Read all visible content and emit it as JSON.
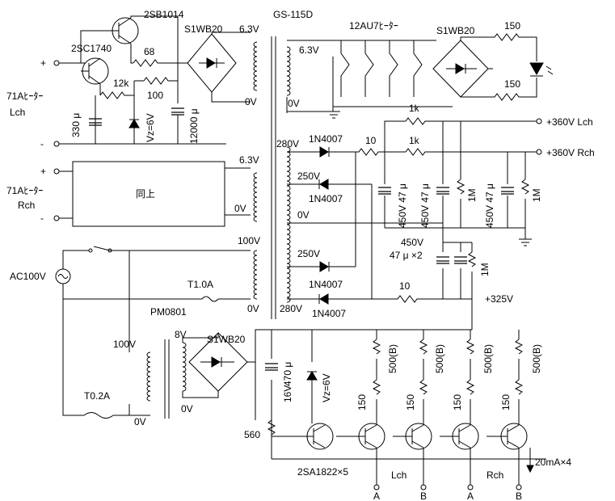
{
  "labels": {
    "q_2sb1014": "2SB1014",
    "q_2sc1740": "2SC1740",
    "r68": "68",
    "r12k": "12k",
    "r100": "100",
    "c330": "330 μ",
    "vz6v_top": "Vz=6V",
    "c12000": "12000 μ",
    "br1": "S1WB20",
    "v63a": "6.3V",
    "v0a": "0V",
    "heater_l1": "71Aﾋｰﾀｰ",
    "heater_l2": "Lch",
    "heater_r1": "71Aﾋｰﾀｰ",
    "heater_r2": "Rch",
    "same_as_above": "同上",
    "v63b": "6.3V",
    "v0b": "0V",
    "tr_main": "GS-115D",
    "sec_63": "6.3V",
    "sec_0": "0V",
    "heater12": "12AU7ﾋｰﾀｰ",
    "br2": "S1WB20",
    "r150a": "150",
    "r150b": "150",
    "t280a": "280V",
    "t250a": "250V",
    "t0v": "0V",
    "t250b": "250V",
    "t280b": "280V",
    "d1": "1N4007",
    "d2": "1N4007",
    "d3": "1N4007",
    "d4": "1N4007",
    "r10a": "10",
    "r1ka": "1k",
    "r1kb": "1k",
    "out_l": "+360V Lch",
    "out_r": "+360V Rch",
    "c450a": "450V 47 μ",
    "c450b": "450V 47 μ",
    "r1ma": "1M",
    "c450c": "450V 47 μ",
    "r1mb": "1M",
    "c450x2a": "450V",
    "c450x2b": "47 μ ×2",
    "r1mc": "1M",
    "r10b": "10",
    "v325": "+325V",
    "v100": "100V",
    "ac100": "AC100V",
    "fuse1": "T1.0A",
    "v0c": "0V",
    "pm0801": "PM0801",
    "v8": "8V",
    "br3": "S1WB20",
    "v100p": "100V",
    "fuse2": "T0.2A",
    "v0d": "0V",
    "v0e": "0V",
    "c470": "470 μ",
    "c16v": "16V",
    "vz6v_bot": "Vz=6V",
    "r560": "560",
    "r150_1": "150",
    "r150_2": "150",
    "r150_3": "150",
    "r150_4": "150",
    "vr1": "500(B)",
    "vr2": "500(B)",
    "vr3": "500(B)",
    "vr4": "500(B)",
    "q_2sa1822": "2SA1822×5",
    "lch": "Lch",
    "rch": "Rch",
    "cur": "20mA×4",
    "outA1": "A",
    "outB1": "B",
    "outA2": "A",
    "outB2": "B",
    "plus1": "+",
    "minus1": "-",
    "plus2": "+",
    "minus2": "-"
  }
}
